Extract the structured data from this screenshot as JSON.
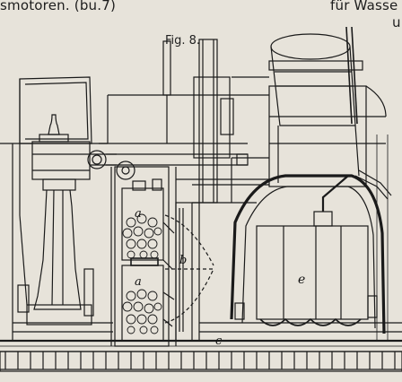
{
  "header": {
    "left_fragment": "smotoren. (bu.7)",
    "right_fragment": "für Wasse",
    "right_fragment_line2": "u"
  },
  "figure": {
    "caption": "Fig. 8.",
    "labels": {
      "a_top": "a",
      "a_bottom": "a",
      "b": "b",
      "c": "c",
      "e": "e"
    }
  },
  "colors": {
    "paper": "#e7e3da",
    "ink": "#1a1a1a"
  }
}
